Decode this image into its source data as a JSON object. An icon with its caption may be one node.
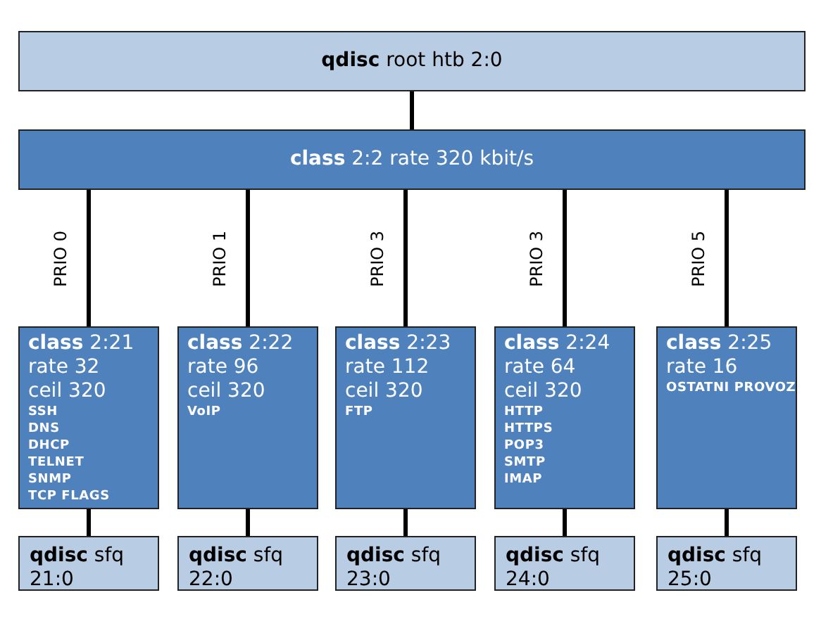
{
  "diagram": {
    "nodes": [
      {
        "text": [
          "**qdisc** root htb 2:0"
        ]
      },
      {
        "text": [
          "**class** 2:2 rate 320 kbit/s"
        ]
      },
      {
        "text": [
          "**class** 2:21",
          "rate 32",
          "ceil 320",
          "SSH",
          "DNS",
          "DHCP",
          "TELNET",
          "SNMP",
          "TCP FLAGS"
        ]
      },
      {
        "text": [
          "**class** 2:22",
          "rate 96",
          "ceil 320",
          "VoIP"
        ]
      },
      {
        "text": [
          "**class** 2:23",
          "rate 112",
          "ceil 320",
          "FTP"
        ]
      },
      {
        "text": [
          "**class** 2:24",
          "rate 64",
          "ceil 320",
          "HTTP",
          "HTTPS",
          "POP3",
          "SMTP",
          "IMAP"
        ]
      },
      {
        "text": [
          "**class** 2:25",
          "rate 16",
          "OSTATNI PROVOZ"
        ]
      },
      {
        "text": [
          "**qdisc** sfq",
          "21:0"
        ]
      },
      {
        "text": [
          "**qdisc** sfq",
          "22:0"
        ]
      },
      {
        "text": [
          "**qdisc** sfq",
          "23:0"
        ]
      },
      {
        "text": [
          "**qdisc** sfq",
          "24:0"
        ]
      },
      {
        "text": [
          "**qdisc** sfq",
          "25:0"
        ]
      }
    ],
    "edges": [
      {
        "from": 0,
        "to": 1,
        "arrow": "none"
      },
      {
        "from": 1,
        "to": 2,
        "arrow": "none",
        "label": "PRIO 0"
      },
      {
        "from": 1,
        "to": 3,
        "arrow": "none",
        "label": "PRIO 1"
      },
      {
        "from": 1,
        "to": 4,
        "arrow": "none",
        "label": "PRIO 3"
      },
      {
        "from": 1,
        "to": 5,
        "arrow": "none",
        "label": "PRIO 3"
      },
      {
        "from": 1,
        "to": 6,
        "arrow": "none",
        "label": "PRIO 5"
      },
      {
        "from": 2,
        "to": 7,
        "arrow": "none"
      },
      {
        "from": 3,
        "to": 8,
        "arrow": "none"
      },
      {
        "from": 4,
        "to": 9,
        "arrow": "none"
      },
      {
        "from": 5,
        "to": 10,
        "arrow": "none"
      },
      {
        "from": 6,
        "to": 11,
        "arrow": "none"
      }
    ]
  }
}
